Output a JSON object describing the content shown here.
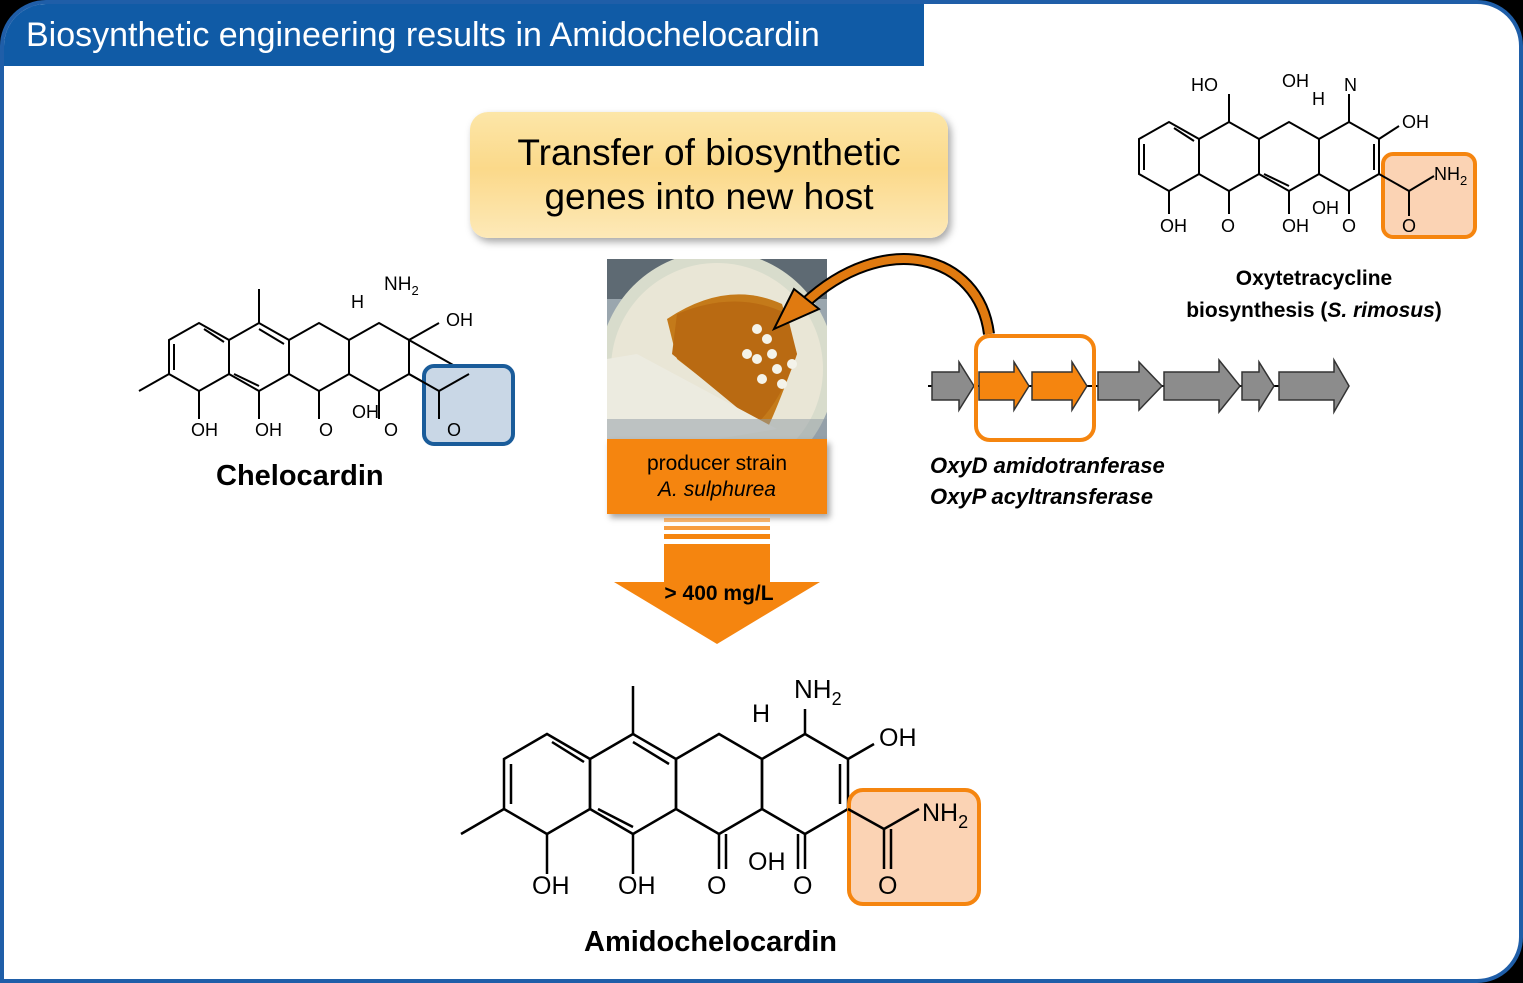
{
  "header": {
    "title": "Biosynthetic engineering results in Amidochelocardin"
  },
  "transfer": {
    "line1": "Transfer of biosynthetic",
    "line2": "genes into new host"
  },
  "producer": {
    "line1": "producer strain",
    "line2": "A. sulphurea"
  },
  "yield": {
    "label": "> 400 mg/L"
  },
  "chelocardin": {
    "name": "Chelocardin",
    "atoms": {
      "nh2": "NH",
      "nh2_sub": "2",
      "h": "H",
      "oh": "OH",
      "o": "O"
    }
  },
  "amidochelocardin": {
    "name": "Amidochelocardin",
    "atoms": {
      "nh2": "NH",
      "nh2_sub": "2",
      "h": "H",
      "oh": "OH",
      "o": "O"
    }
  },
  "oxytetracycline": {
    "caption_line1": "Oxytetracycline",
    "caption_line2_pre": "biosynthesis (",
    "caption_line2_italic": "S. rimosus",
    "caption_line2_post": ")",
    "atoms": {
      "ho": "HO",
      "oh": "OH",
      "h": "H",
      "n": "N",
      "nh2": "NH",
      "nh2_sub": "2",
      "o": "O"
    }
  },
  "genes": {
    "line1": "OxyD amidotranferase",
    "line2": "OxyP acyltransferase"
  },
  "colors": {
    "title_bg": "#105ba6",
    "orange": "#f5850f",
    "gray_gene": "#8c8c8c",
    "blue_box": "#1a5c9a"
  }
}
